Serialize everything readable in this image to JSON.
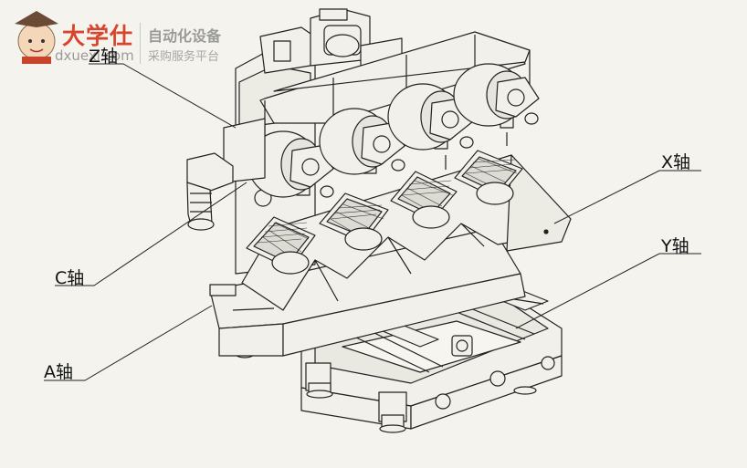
{
  "watermark": {
    "brand": "大学仕",
    "domain": "dxuexi.com",
    "title": "自动化设备",
    "subtitle": "采购服务平台"
  },
  "labels": {
    "z_axis": "Z轴",
    "x_axis": "X轴",
    "y_axis": "Y轴",
    "c_axis": "C轴",
    "a_axis": "A轴"
  },
  "colors": {
    "background": "#f4f3ed",
    "line": "#222222",
    "brand": "#d8452d"
  }
}
